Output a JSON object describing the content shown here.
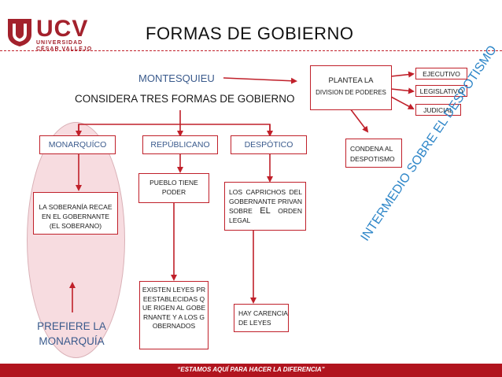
{
  "logo": {
    "name": "UCV",
    "sub1": "UNIVERSIDAD",
    "sub2": "CÉSAR VALLEJO"
  },
  "title": "FORMAS DE GOBIERNO",
  "montesquieu": "MONTESQUIEU",
  "considera": "CONSIDERA TRES FORMAS DE GOBIERNO",
  "plantea": {
    "line1": "PLANTEA LA",
    "line2": "DIVISION DE PODERES"
  },
  "poderes": [
    "EJECUTIVO",
    "LEGISLATIVO",
    "JUDICIAL"
  ],
  "condena": {
    "line1": "CONDENA AL",
    "line2": "DESPOTISMO"
  },
  "forms": {
    "monarquico": "MONARQUÍCO",
    "republicano": "REPÚBLICANO",
    "despotico": "DESPÓTICO"
  },
  "soberania": "LA SOBERANÍA RECAE EN EL GOBERNANTE (EL SOBERANO)",
  "pueblo": {
    "line1": "PUEBLO TIENE",
    "line2": "PODER"
  },
  "caprichos": {
    "part1": "LOS CAPRICHOS DEL GOBERNANTE PRIVAN SOBRE",
    "el": "EL",
    "part2": "ORDEN LEGAL"
  },
  "leyes": "EXISTEN LEYES PREESTABLECIDAS QUE RIGEN AL GOBERNANTE Y A LOS GOBERNADOS",
  "carencia": {
    "line1": "HAY CARENCIA",
    "line2": "DE LEYES"
  },
  "prefiere": {
    "line1": "PREFIERE LA",
    "line2": "MONARQUÍA"
  },
  "intermedio": "INTERMEDIO SOBRE EL DESPOTISMO",
  "footer": "“ESTAMOS AQUÍ PARA HACER LA DIFERENCIA”",
  "colors": {
    "red": "#c0202a",
    "blue": "#3a5a8c",
    "diag_blue": "#2e86c8",
    "footer_bg": "#b1141e",
    "oval_fill": "#f7dce0"
  }
}
